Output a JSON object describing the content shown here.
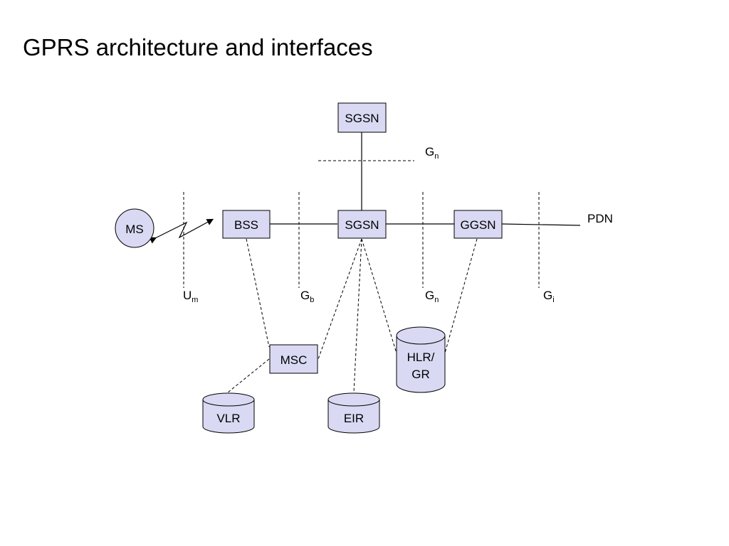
{
  "title": "GPRS architecture and interfaces",
  "colors": {
    "node_fill": "#d9d9f3",
    "stroke": "#000000",
    "background": "#ffffff"
  },
  "nodes": {
    "sgsn_top": "SGSN",
    "ms": "MS",
    "bss": "BSS",
    "sgsn": "SGSN",
    "ggsn": "GGSN",
    "msc": "MSC",
    "vlr": "VLR",
    "eir": "EIR",
    "hlr_line1": "HLR/",
    "hlr_line2": "GR",
    "pdn": "PDN"
  },
  "interfaces": {
    "um": {
      "main": "U",
      "sub": "m"
    },
    "gb": {
      "main": "G",
      "sub": "b"
    },
    "gn_bottom": {
      "main": "G",
      "sub": "n"
    },
    "gi": {
      "main": "G",
      "sub": "i"
    },
    "gn_top": {
      "main": "G",
      "sub": "n"
    }
  }
}
